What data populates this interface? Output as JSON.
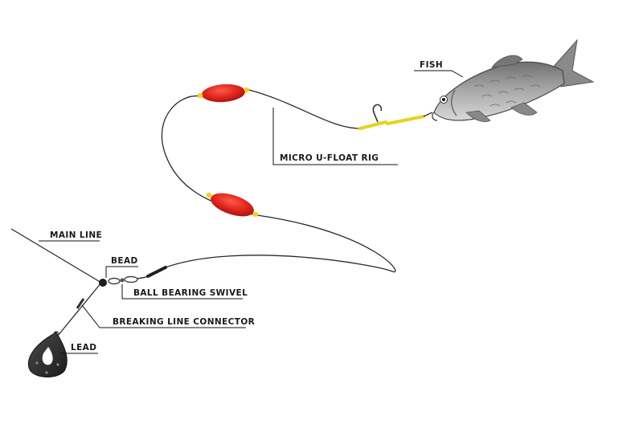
{
  "labels": {
    "fish": "FISH",
    "micro_u_float_rig": "MICRO U-FLOAT RIG",
    "main_line": "MAIN LINE",
    "bead": "BEAD",
    "ball_bearing_swivel": "BALL BEARING SWIVEL",
    "breaking_line_connector": "BREAKING LINE CONNECTOR",
    "lead": "LEAD"
  },
  "colors": {
    "float": "#e0241b",
    "float_stop": "#f2d21a",
    "hook_tube": "#e6d21e",
    "line": "#2a2a2a",
    "lead": "#2b2b2b",
    "fish_body": "#9c9c9c"
  }
}
